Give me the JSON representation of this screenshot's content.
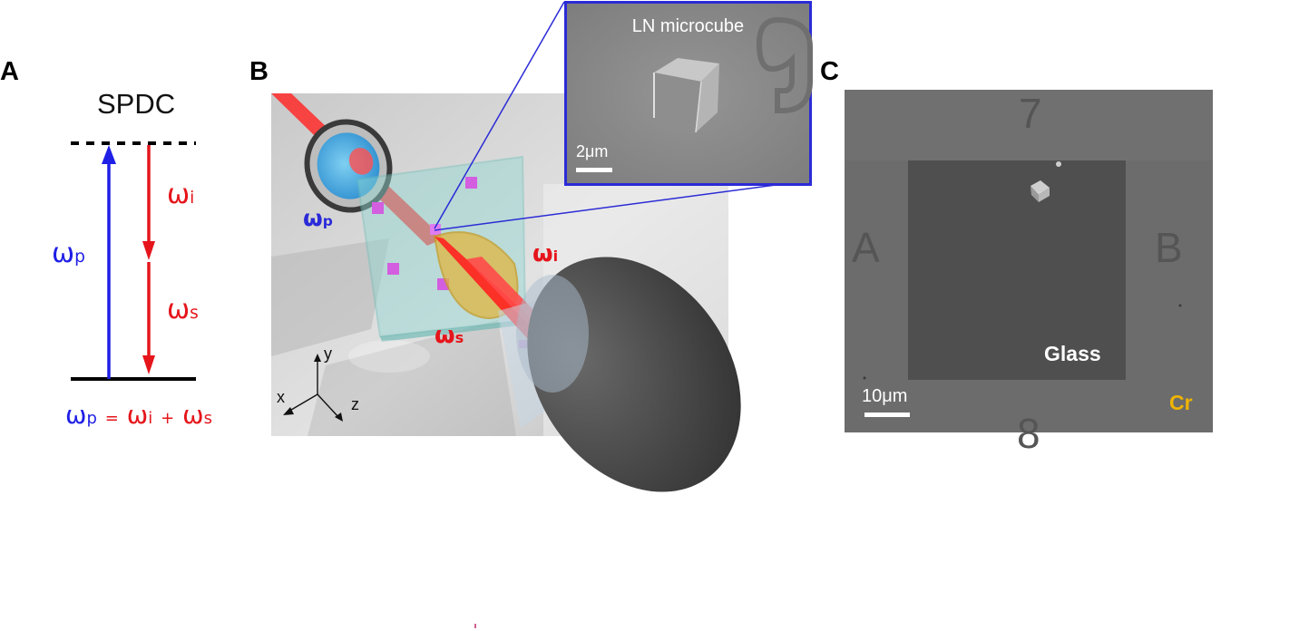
{
  "panels": {
    "a": {
      "letter": "A",
      "title": "SPDC",
      "omega": "ω",
      "sub_p": "p",
      "sub_i": "i",
      "sub_s": "s",
      "eq_equals": "=",
      "eq_plus": "+",
      "colors": {
        "pump": "#1f1fe6",
        "idler_signal": "#e5151b"
      }
    },
    "b": {
      "letter": "B",
      "omega": "ω",
      "sub_p": "p",
      "sub_i": "i",
      "sub_s": "s",
      "axes": {
        "x": "x",
        "y": "y",
        "z": "z"
      },
      "inset": {
        "title": "LN microcube",
        "scale_bar": "2μm",
        "border_color": "#2b2bd6"
      }
    },
    "c": {
      "letter": "C",
      "material_glass": "Glass",
      "material_cr": "Cr",
      "scale_bar": "10μm",
      "markers": {
        "left": "A",
        "right": "B",
        "top": "7",
        "bottom": "8"
      },
      "colors": {
        "cr_label": "#f0b400"
      }
    }
  }
}
